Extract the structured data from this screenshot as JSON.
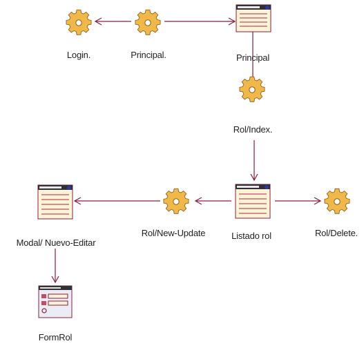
{
  "colors": {
    "arrow": "#8a1c3c",
    "gear_fill": "#f0b848",
    "gear_stroke": "#8a5a10",
    "page_frame": "#8a1c3c",
    "page_title_bar": "#303038",
    "page_body": "#fdf3d6",
    "page_lines": "#c05060",
    "page_dot": "#2a3aa0"
  },
  "nodes": {
    "login": {
      "label": "Login.",
      "icon": "gear-icon"
    },
    "principal_server": {
      "label": "Principal.",
      "icon": "gear-icon"
    },
    "principal_page": {
      "label": "Principal",
      "icon": "client-page-icon"
    },
    "rol_index": {
      "label": "Rol/Index.",
      "icon": "gear-icon"
    },
    "listado_rol": {
      "label": "Listado rol",
      "icon": "client-page-icon"
    },
    "rol_new_update": {
      "label": "Rol/New-Update",
      "icon": "gear-icon"
    },
    "rol_delete": {
      "label": "Rol/Delete.",
      "icon": "gear-icon"
    },
    "modal_nuevo_editar": {
      "label": "Modal/ Nuevo-Editar",
      "icon": "client-page-icon"
    },
    "form_rol": {
      "label": "FormRol",
      "icon": "form-icon"
    }
  },
  "edges": [
    {
      "from": "principal_server",
      "to": "login"
    },
    {
      "from": "principal_server",
      "to": "principal_page"
    },
    {
      "from": "principal_page",
      "to": "rol_index"
    },
    {
      "from": "rol_index",
      "to": "listado_rol"
    },
    {
      "from": "listado_rol",
      "to": "rol_new_update"
    },
    {
      "from": "listado_rol",
      "to": "rol_delete"
    },
    {
      "from": "rol_new_update",
      "to": "modal_nuevo_editar"
    },
    {
      "from": "modal_nuevo_editar",
      "to": "form_rol"
    }
  ]
}
